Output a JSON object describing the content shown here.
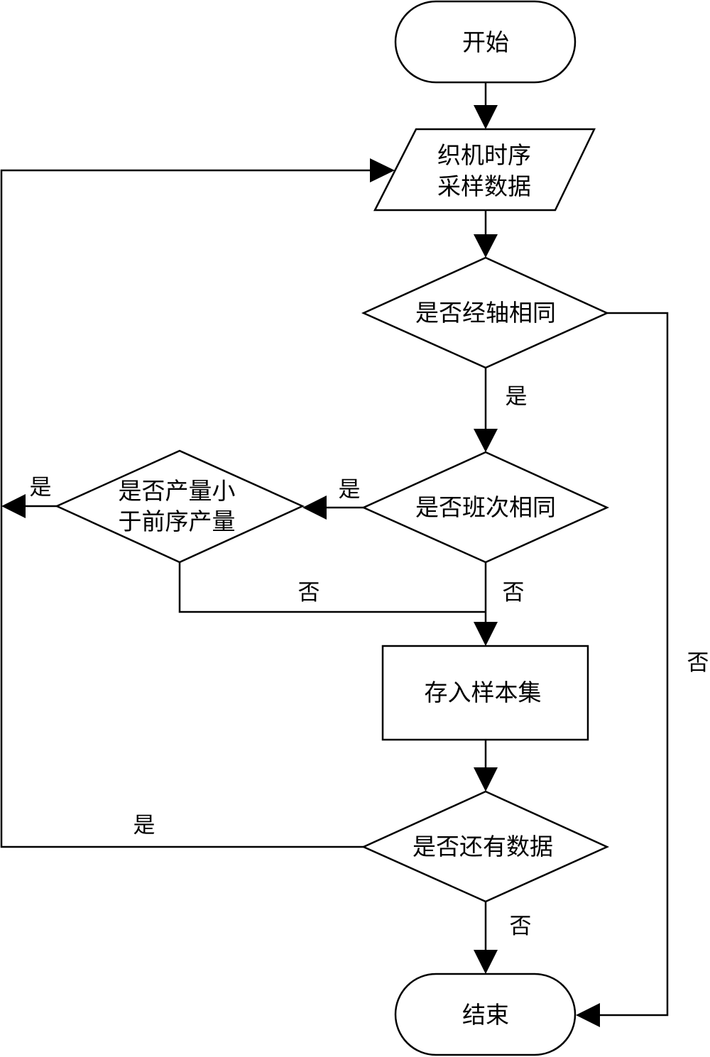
{
  "diagram": {
    "type": "flowchart",
    "colors": {
      "stroke": "#000000",
      "fill": "#ffffff",
      "text": "#000000"
    },
    "nodes": {
      "start": {
        "shape": "terminal",
        "label": "开始"
      },
      "input": {
        "shape": "parallelogram",
        "line1": "织机时序",
        "line2": "采样数据"
      },
      "same_warp": {
        "shape": "decision",
        "label": "是否经轴相同"
      },
      "same_shift": {
        "shape": "decision",
        "label": "是否班次相同"
      },
      "output_less": {
        "shape": "decision",
        "line1": "是否产量小",
        "line2": "于前序产量"
      },
      "store": {
        "shape": "process",
        "label": "存入样本集"
      },
      "more_data": {
        "shape": "decision",
        "label": "是否还有数据"
      },
      "end": {
        "shape": "terminal",
        "label": "结束"
      }
    },
    "edges": [
      {
        "from": "start",
        "to": "input",
        "label": ""
      },
      {
        "from": "input",
        "to": "same_warp",
        "label": ""
      },
      {
        "from": "same_warp",
        "to": "same_shift",
        "label": "是"
      },
      {
        "from": "same_warp",
        "to": "end",
        "label": "否"
      },
      {
        "from": "same_shift",
        "to": "output_less",
        "label": "是"
      },
      {
        "from": "same_shift",
        "to": "store",
        "label": "否"
      },
      {
        "from": "output_less",
        "to": "exit-left",
        "label": "是"
      },
      {
        "from": "output_less",
        "to": "store",
        "label": "否"
      },
      {
        "from": "store",
        "to": "more_data",
        "label": ""
      },
      {
        "from": "more_data",
        "to": "input",
        "label": "是"
      },
      {
        "from": "more_data",
        "to": "end",
        "label": "否"
      }
    ],
    "edge_labels": {
      "same_warp_yes": "是",
      "same_warp_no": "否",
      "same_shift_yes": "是",
      "same_shift_no": "否",
      "output_less_yes": "是",
      "output_less_no": "否",
      "more_data_yes": "是",
      "more_data_no": "否"
    }
  }
}
